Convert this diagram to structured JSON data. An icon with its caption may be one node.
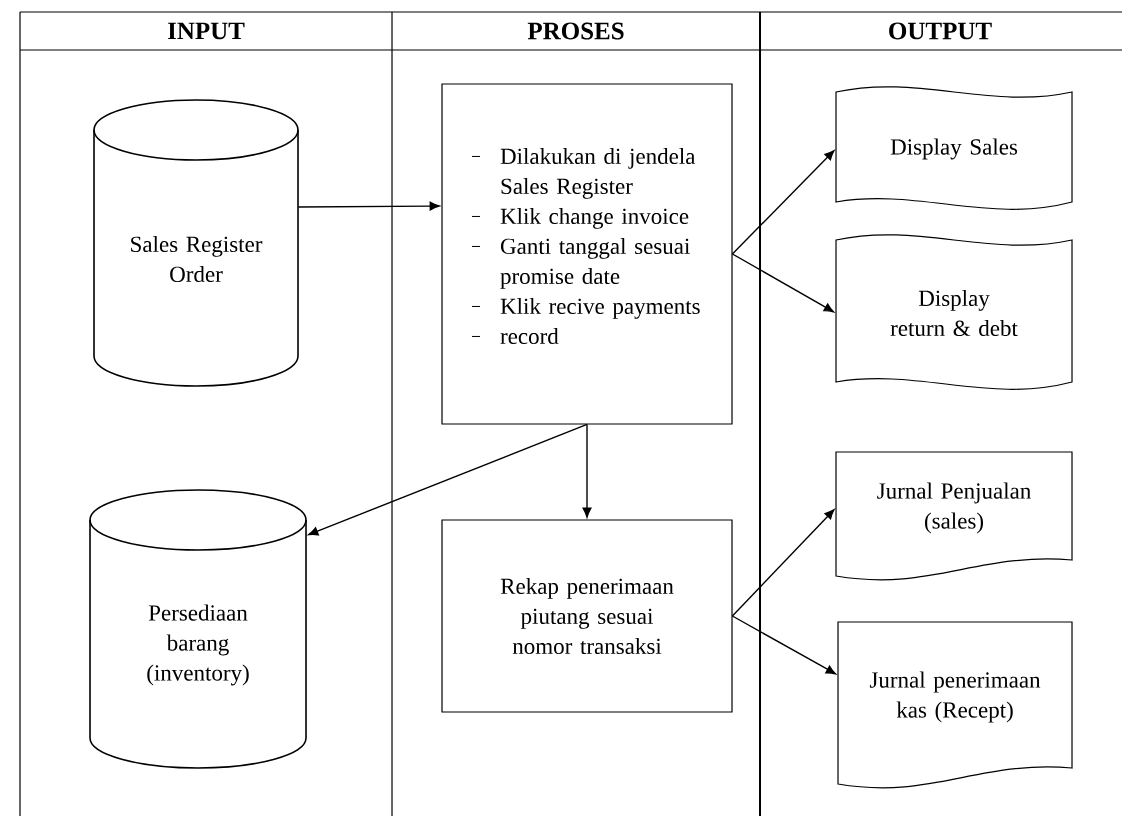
{
  "diagram": {
    "nodes": [
      {
        "text": [
          "Sales Register Order"
        ]
      },
      {
        "text": [
          "Dilakukan di jendela Sales Register",
          "Klik change invoice",
          "Ganti tanggal sesuai promise date",
          "Klik recive payments",
          "record"
        ]
      },
      {
        "text": [
          "Display Sales"
        ]
      },
      {
        "text": [
          "Display return & debt"
        ]
      },
      {
        "text": [
          "Persediaan barang (inventory)"
        ]
      },
      {
        "text": [
          "Rekap penerimaan piutang sesuai nomor transaksi"
        ]
      },
      {
        "text": [
          "Jurnal Penjualan (sales)"
        ]
      },
      {
        "text": [
          "Jurnal penerimaan kas (Recept)"
        ]
      }
    ],
    "edges": [
      {
        "from": 0,
        "to": 1,
        "arrow": "to"
      },
      {
        "from": 1,
        "to": 2,
        "arrow": "to"
      },
      {
        "from": 1,
        "to": 3,
        "arrow": "to"
      },
      {
        "from": 1,
        "to": 4,
        "arrow": "to"
      },
      {
        "from": 1,
        "to": 5,
        "arrow": "to"
      },
      {
        "from": 5,
        "to": 6,
        "arrow": "to"
      },
      {
        "from": 5,
        "to": 7,
        "arrow": "to"
      }
    ],
    "labels": [
      "INPUT",
      "PROSES",
      "OUTPUT"
    ]
  }
}
